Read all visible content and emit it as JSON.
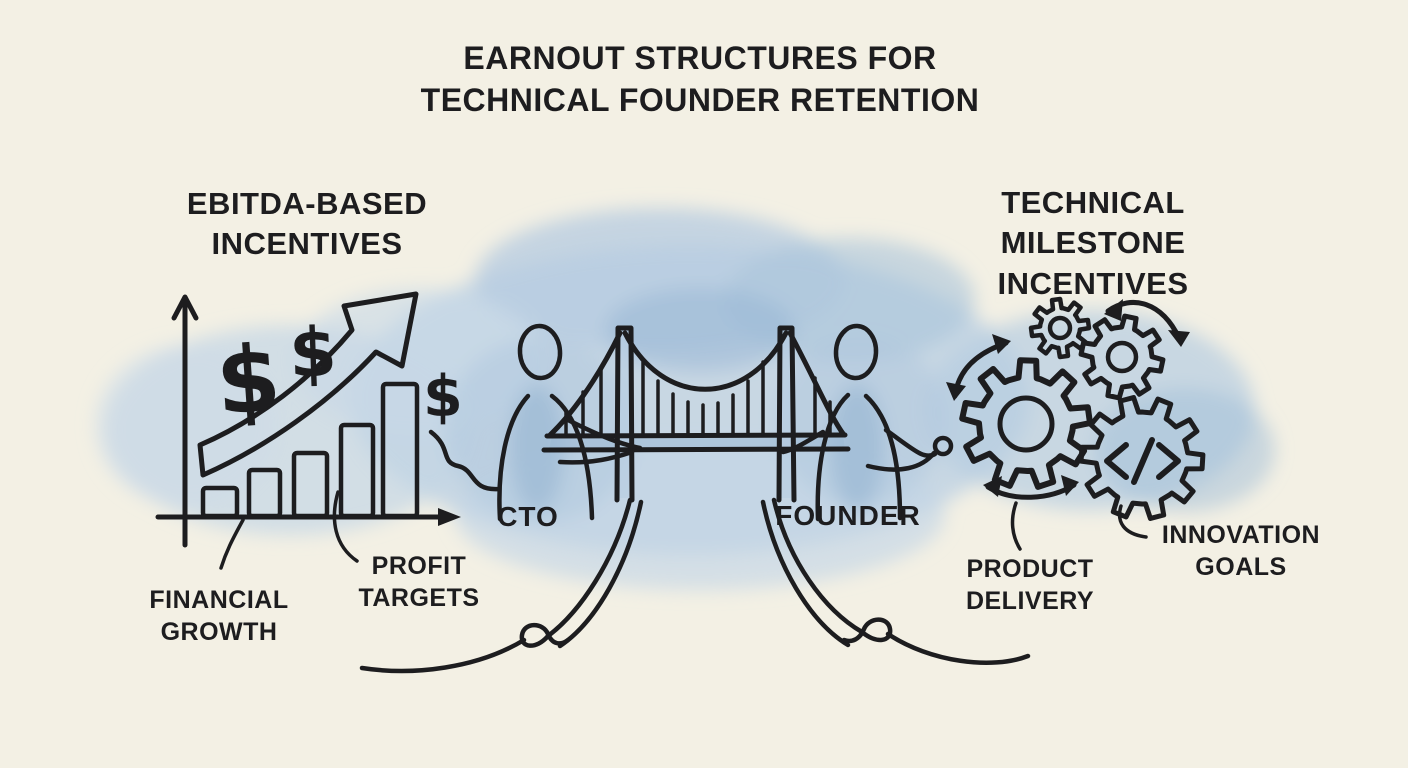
{
  "title": {
    "lines": [
      "EARNOUT STRUCTURES FOR",
      "TECHNICAL FOUNDER RETENTION"
    ]
  },
  "sections": {
    "ebitda": {
      "heading_lines": [
        "EBITDA-BASED",
        "INCENTIVES"
      ],
      "labels": {
        "financial_growth_lines": [
          "FINANCIAL",
          "GROWTH"
        ],
        "profit_targets_lines": [
          "PROFIT",
          "TARGETS"
        ]
      },
      "dollar_glyph": "$"
    },
    "bridge": {
      "left_person": "CTO",
      "right_person": "FOUNDER"
    },
    "technical": {
      "heading_lines": [
        "TECHNICAL MILESTONE",
        "INCENTIVES"
      ],
      "labels": {
        "product_delivery_lines": [
          "PRODUCT",
          "DELIVERY"
        ],
        "innovation_goals_lines": [
          "INNOVATION",
          "GOALS"
        ]
      },
      "code_glyph": "</>"
    }
  },
  "icons": [
    "growth-bar-chart-icon",
    "trend-arrow-icon",
    "dollar-icon",
    "suspension-bridge-icon",
    "person-icon",
    "handshake-circle-icon",
    "gear-icon",
    "code-gear-icon",
    "rotation-arrow-icon",
    "road-swoosh-icon"
  ],
  "colors": {
    "paper": "#f3f0e4",
    "ink": "#1d1d1f",
    "wash_light": "#c6d7e6",
    "wash_mid": "#a9c4dc",
    "wash_deep": "#7da2c6"
  }
}
